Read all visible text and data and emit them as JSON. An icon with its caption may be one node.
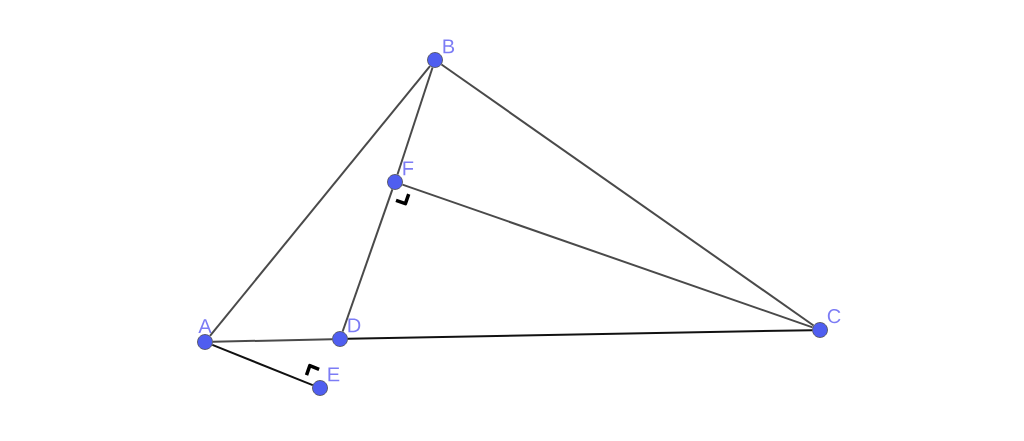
{
  "diagram": {
    "nodes": [
      {
        "text": [
          "A"
        ]
      },
      {
        "text": [
          "B"
        ]
      },
      {
        "text": [
          "C"
        ]
      },
      {
        "text": [
          "D"
        ]
      },
      {
        "text": [
          "E"
        ]
      },
      {
        "text": [
          "F"
        ]
      }
    ],
    "edges": [
      {
        "from": 0,
        "to": 1,
        "arrow": "none"
      },
      {
        "from": 1,
        "to": 2,
        "arrow": "none"
      },
      {
        "from": 0,
        "to": 3,
        "arrow": "none"
      },
      {
        "from": 3,
        "to": 2,
        "arrow": "none",
        "color": "#111111"
      },
      {
        "from": 1,
        "to": 5,
        "arrow": "none"
      },
      {
        "from": 5,
        "to": 3,
        "arrow": "none"
      },
      {
        "from": 5,
        "to": 2,
        "arrow": "none"
      },
      {
        "from": 0,
        "to": 4,
        "arrow": "none",
        "color": "#111111"
      }
    ]
  }
}
